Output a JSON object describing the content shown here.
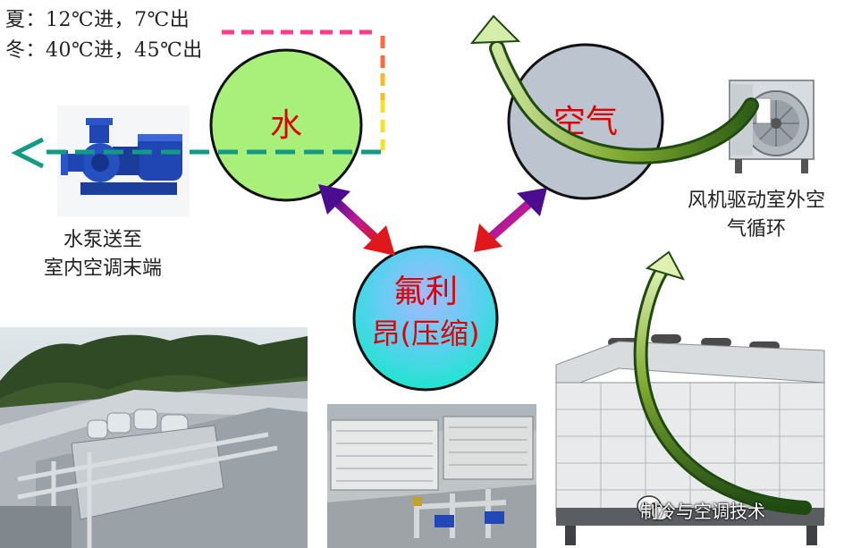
{
  "seasons": {
    "summer": "夏：12℃进，7℃出",
    "winter": "冬：40℃进，45℃出"
  },
  "nodes": {
    "water": "水",
    "air": "空气",
    "freon_line1": "氟利",
    "freon_line2": "昂(压缩)"
  },
  "captions": {
    "pump_line1": "水泵送至",
    "pump_line2": "室内空调末端",
    "fan_line1": "风机驱动室外空",
    "fan_line2": "气循环"
  },
  "watermark": "制冷与空调技术",
  "icons": [
    "wechat-icon",
    "water-pump-icon",
    "fan-icon"
  ],
  "colors": {
    "water_circle": "#a8f07a",
    "air_circle": "#bcc4d0",
    "label_red": "#e00000",
    "dash_teal": "#139a83",
    "dash_pink": "#ff3b8d",
    "dash_yellow": "#f2e32a",
    "arrow_green": "#7ea82e"
  }
}
